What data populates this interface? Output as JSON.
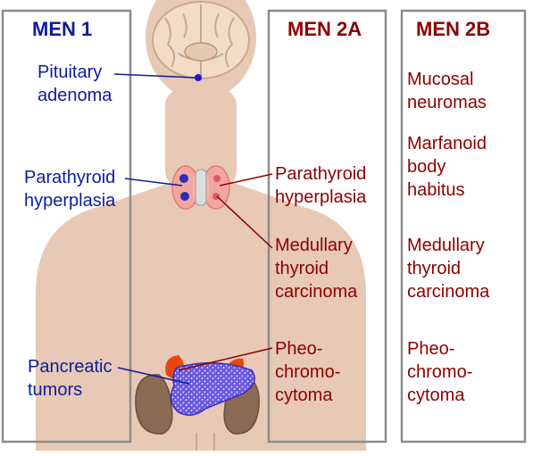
{
  "colors": {
    "men1": "#0b1e9a",
    "men2": "#8b0000",
    "panel_border": "#8c8c8c",
    "skin": "#e8c9b5"
  },
  "men1": {
    "title": "MEN 1",
    "pituitary": "Pituitary\nadenoma",
    "parathyroid": "Parathyroid\nhyperplasia",
    "pancreatic": "Pancreatic\ntumors"
  },
  "men2a": {
    "title": "MEN 2A",
    "parathyroid": "Parathyroid\nhyperplasia",
    "medullary": "Medullary\nthyroid\ncarcinoma",
    "pheo": "Pheo-\nchromo-\ncytoma"
  },
  "men2b": {
    "title": "MEN 2B",
    "mucosal": "Mucosal\nneuromas",
    "marfanoid": "Marfanoid\nbody\nhabitus",
    "medullary": "Medullary\nthyroid\ncarcinoma",
    "pheo": "Pheo-\nchromo-\ncytoma"
  }
}
